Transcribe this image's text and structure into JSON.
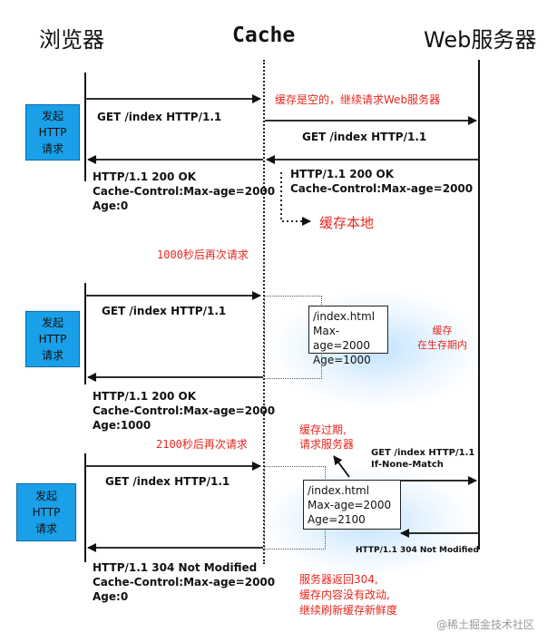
{
  "headers": {
    "browser": "浏览器",
    "cache": "Cache",
    "server": "Web服务器"
  },
  "request_badge": "发起\nHTTP\n请求",
  "scenario1": {
    "request": "GET /index HTTP/1.1",
    "cache_empty_note": "缓存是空的，继续请求Web服务器",
    "forward_request": "GET /index HTTP/1.1",
    "server_response": "HTTP/1.1 200 OK\nCache-Control:Max-age=2000",
    "cache_store": "缓存本地",
    "browser_response": "HTTP/1.1 200 OK\nCache-Control:Max-age=2000\nAge:0"
  },
  "scenario2": {
    "time_note": "1000秒后再次请求",
    "request": "GET /index HTTP/1.1",
    "cache_entry": "/index.html\nMax-age=2000\nAge=1000",
    "status_note": "缓存\n在生存期内",
    "browser_response": "HTTP/1.1 200 OK\nCache-Control:Max-age=2000\nAge:1000"
  },
  "scenario3": {
    "time_note": "2100秒后再次请求",
    "request": "GET /index HTTP/1.1",
    "expired_note": "缓存过期,\n请求服务器",
    "forward_request": "GET /index HTTP/1.1\nIf-None-Match",
    "cache_entry": "/index.html\nMax-age=2000\nAge=2100",
    "server_response": "HTTP/1.1 304 Not Modified",
    "server_note": "服务器返回304,\n缓存内容没有改动,\n继续刷新缓存新鲜度",
    "browser_response": "HTTP/1.1 304 Not Modified\nCache-Control:Max-age=2000\nAge:0"
  },
  "watermark": "@稀土掘金技术社区",
  "colors": {
    "badge_blue": "#1aa0e8",
    "note_red": "#e8261e"
  }
}
